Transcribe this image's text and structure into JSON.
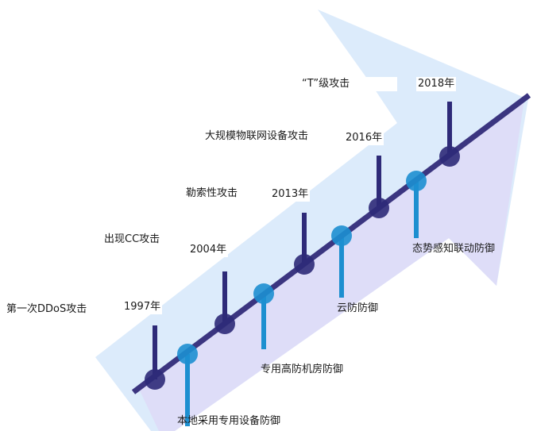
{
  "colors": {
    "arrow_bg": "#dcebfb",
    "lower_band": "#dedcf7",
    "timeline": "#3b3580",
    "attack_node": "#2e2a78",
    "defense_node": "#1d8fd0"
  },
  "attacks": [
    {
      "year": "1997年",
      "event": "第一次DDoS攻击"
    },
    {
      "year": "2004年",
      "event": "出现CC攻击"
    },
    {
      "year": "2013年",
      "event": "勒索性攻击"
    },
    {
      "year": "2016年",
      "event": "大规模物联网设备攻击"
    },
    {
      "year": "2018年",
      "event": "“T”级攻击"
    }
  ],
  "defenses": [
    {
      "label": "本地采用专用设备防御"
    },
    {
      "label": "专用高防机房防御"
    },
    {
      "label": "云防防御"
    },
    {
      "label": "态势感知联动防御"
    }
  ]
}
